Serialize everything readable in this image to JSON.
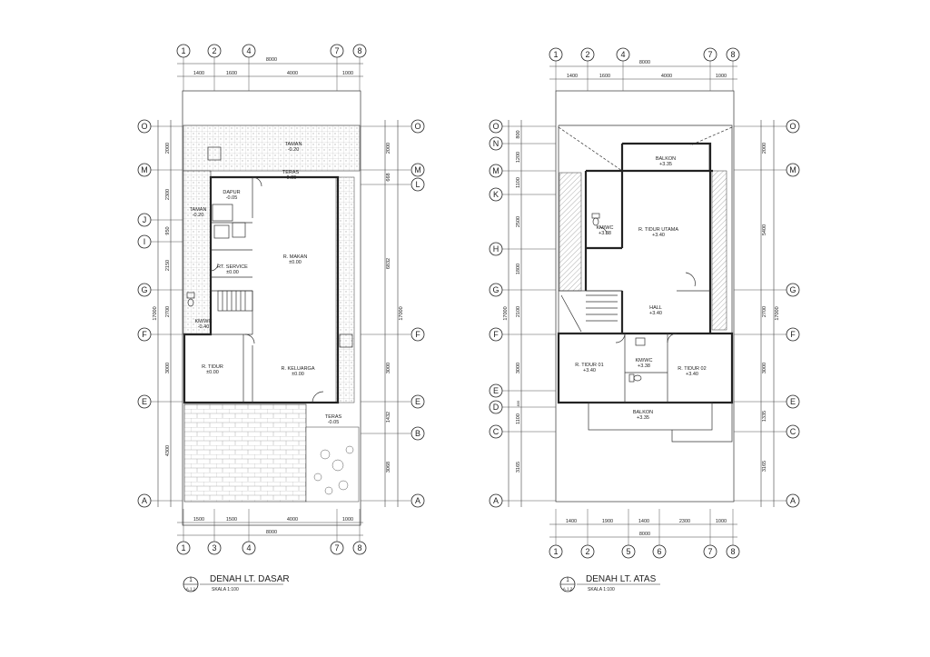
{
  "plans": [
    {
      "id": "ground",
      "title": "DENAH LT. DASAR",
      "scale": "SKALA 1:100",
      "sheet_ref": "A.1.1",
      "ref_number": "1",
      "top_grid_labels": [
        "1",
        "2",
        "4",
        "7",
        "8"
      ],
      "bottom_grid_labels": [
        "1",
        "3",
        "4",
        "7",
        "8"
      ],
      "left_grid_labels": [
        "O",
        "M",
        "J",
        "I",
        "G",
        "F",
        "E",
        "A"
      ],
      "right_grid_labels": [
        "O",
        "M",
        "L",
        "F",
        "E",
        "B",
        "A"
      ],
      "top_dims": [
        "1400",
        "1600",
        "4000",
        "1000"
      ],
      "top_total": "8000",
      "bottom_dims": [
        "1500",
        "1500",
        "4000",
        "1000"
      ],
      "bottom_total": "8000",
      "left_dims": [
        "2000",
        "2300",
        "950",
        "2150",
        "2700",
        "3000",
        "4300"
      ],
      "left_total": "17000",
      "right_dims": [
        "2000",
        "668",
        "6832",
        "3000",
        "1432",
        "3068"
      ],
      "right_total": "17000",
      "rooms": [
        {
          "name": "TAMAN",
          "level": "-0.20"
        },
        {
          "name": "TERAS",
          "level": "-0.05"
        },
        {
          "name": "DAPUR",
          "level": "-0.05"
        },
        {
          "name": "TAMAN",
          "level": "-0.20"
        },
        {
          "name": "R. MAKAN",
          "level": "±0.00"
        },
        {
          "name": "RT. SERVICE",
          "level": "±0.00"
        },
        {
          "name": "KM/WC",
          "level": "-0.40"
        },
        {
          "name": "R. TIDUR",
          "level": "±0.00"
        },
        {
          "name": "R. KELUARGA",
          "level": "±0.00"
        },
        {
          "name": "TERAS",
          "level": "-0.05"
        }
      ]
    },
    {
      "id": "upper",
      "title": "DENAH LT. ATAS",
      "scale": "SKALA 1:100",
      "sheet_ref": "A.1.2",
      "ref_number": "1",
      "top_grid_labels": [
        "1",
        "2",
        "4",
        "7",
        "8"
      ],
      "bottom_grid_labels": [
        "1",
        "2",
        "5",
        "6",
        "7",
        "8"
      ],
      "left_grid_labels": [
        "O",
        "N",
        "M",
        "K",
        "H",
        "G",
        "F",
        "E",
        "D",
        "C",
        "A"
      ],
      "right_grid_labels": [
        "O",
        "M",
        "G",
        "F",
        "E",
        "C",
        "A"
      ],
      "top_dims": [
        "1400",
        "1600",
        "4000",
        "1000"
      ],
      "top_total": "8000",
      "bottom_dims": [
        "1400",
        "1900",
        "1400",
        "2300",
        "1000"
      ],
      "bottom_total": "8000",
      "left_dims": [
        "800",
        "1200",
        "1100",
        "2500",
        "1800",
        "2100",
        "3000",
        "835",
        "1100",
        "3165"
      ],
      "left_total": "17000",
      "right_dims": [
        "2000",
        "5400",
        "2700",
        "3000",
        "1335",
        "3165"
      ],
      "right_total": "17000",
      "rooms": [
        {
          "name": "BALKON",
          "level": "+3.35"
        },
        {
          "name": "KM/WC",
          "level": "+3.38"
        },
        {
          "name": "R. TIDUR UTAMA",
          "level": "+3.40"
        },
        {
          "name": "HALL",
          "level": "+3.40"
        },
        {
          "name": "R. TIDUR 01",
          "level": "+3.40"
        },
        {
          "name": "KM/WC",
          "level": "+3.38"
        },
        {
          "name": "R. TIDUR 02",
          "level": "+3.40"
        },
        {
          "name": "BALKON",
          "level": "+3.35"
        }
      ]
    }
  ]
}
